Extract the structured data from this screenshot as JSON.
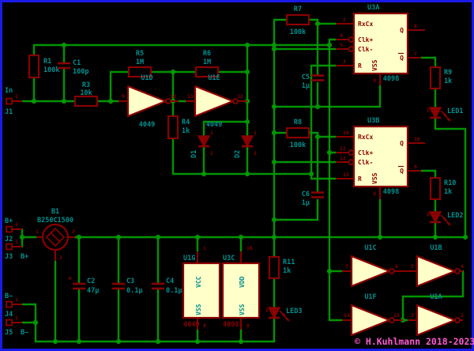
{
  "window": {
    "bg": "#000000",
    "border_color": "#1A1AE6"
  },
  "colors": {
    "wire": "#009400",
    "component": "#8A0000",
    "body_fill": "#FFFFC9",
    "label": "#00908F",
    "pin_number": "#8A0000",
    "copyright": "#FF5ACF"
  },
  "copyright": "© H.Kuhlmann 2018-2023",
  "connectors": {
    "J1": {
      "ref": "J1",
      "value": "In",
      "pin": "1"
    },
    "J2": {
      "ref": "J2",
      "value": "B+",
      "pin": "1"
    },
    "J3": {
      "ref": "J3",
      "value": "B+",
      "pin": "1"
    },
    "J4": {
      "ref": "J4",
      "value": "B−",
      "pin": "1"
    },
    "J5": {
      "ref": "J5",
      "value": "B−",
      "pin": "1"
    }
  },
  "resistors": {
    "R1": {
      "ref": "R1",
      "value": "100k"
    },
    "R3": {
      "ref": "R3",
      "value": "10k"
    },
    "R4": {
      "ref": "R4",
      "value": "1k"
    },
    "R5": {
      "ref": "R5",
      "value": "1M"
    },
    "R6": {
      "ref": "R6",
      "value": "1M"
    },
    "R7": {
      "ref": "R7",
      "value": "100k"
    },
    "R8": {
      "ref": "R8",
      "value": "100k"
    },
    "R9": {
      "ref": "R9",
      "value": "1k"
    },
    "R10": {
      "ref": "R10",
      "value": "1k"
    },
    "R11": {
      "ref": "R11",
      "value": "1k"
    }
  },
  "capacitors": {
    "C1": {
      "ref": "C1",
      "value": "100p"
    },
    "C2": {
      "ref": "C2",
      "value": "47µ",
      "plus": "+"
    },
    "C3": {
      "ref": "C3",
      "value": "0.1µ"
    },
    "C4": {
      "ref": "C4",
      "value": "0.1µ"
    },
    "C5": {
      "ref": "C5",
      "value": "1µ"
    },
    "C6": {
      "ref": "C6",
      "value": "1µ"
    }
  },
  "diodes": {
    "D1": {
      "ref": "D1",
      "pin1": "1",
      "pin2": "2"
    },
    "D2": {
      "ref": "D2",
      "pin1": "1",
      "pin2": "2"
    }
  },
  "leds": {
    "LED1": {
      "ref": "LED1",
      "pin": "2"
    },
    "LED2": {
      "ref": "LED2",
      "pin": "2"
    },
    "LED3": {
      "ref": "LED3",
      "pin": "2"
    }
  },
  "bridge": {
    "ref": "B1",
    "value": "B250C1500",
    "pin_left": "1",
    "pin_right": "3",
    "pin_bottom": "2"
  },
  "gates": {
    "U1D": {
      "ref": "U1D",
      "value": "4049",
      "pin_in": "9",
      "pin_out": "10"
    },
    "U1E": {
      "ref": "U1E",
      "value": "4049",
      "pin_in": "11",
      "pin_out": "12"
    },
    "U1C": {
      "ref": "U1C",
      "pin_in": "7",
      "pin_out": "6"
    },
    "U1B": {
      "ref": "U1B",
      "pin_in": "5",
      "pin_out": "4"
    },
    "U1F": {
      "ref": "U1F",
      "pin_in": "14",
      "pin_out": "15"
    },
    "U1A": {
      "ref": "U1A",
      "pin_in": "3",
      "pin_out": "2"
    }
  },
  "monostables": {
    "U3A": {
      "ref": "U3A",
      "value": "4098",
      "names": {
        "rxcx": "RxCx",
        "clkp": "Clk+",
        "clkm": "Clk-",
        "reset": "R",
        "q": "Q",
        "qbar": "Q",
        "vss": "VSS"
      },
      "nums": {
        "rxcx": "2",
        "clkp": "4",
        "clkm": "5",
        "reset": "3",
        "q": "6",
        "qbar": "7",
        "vss": "8"
      }
    },
    "U3B": {
      "ref": "U3B",
      "value": "4098",
      "names": {
        "rxcx": "RxCx",
        "clkp": "Clk+",
        "clkm": "Clk-",
        "reset": "R",
        "q": "Q",
        "qbar": "Q",
        "vss": "VSS"
      },
      "nums": {
        "rxcx": "14",
        "clkp": "12",
        "clkm": "11",
        "reset": "13",
        "q": "10",
        "qbar": "9",
        "vss": "8"
      }
    }
  },
  "power_units": {
    "U1G": {
      "ref": "U1G",
      "value": "4049",
      "top": "VCC",
      "bottom": "VSS",
      "top_num": "1",
      "bottom_num": "8"
    },
    "U3C": {
      "ref": "U3C",
      "value": "4098",
      "top": "VDD",
      "bottom": "VSS",
      "top_num": "16",
      "bottom_num": "8"
    }
  }
}
